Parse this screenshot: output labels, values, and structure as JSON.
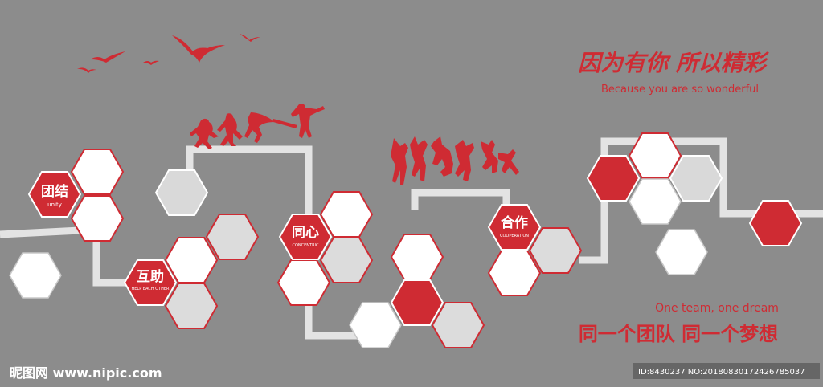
{
  "slogans": {
    "top_cn": "因为有你 所以精彩",
    "top_en": "Because you are so wonderful",
    "bottom_en": "One team, one dream",
    "bottom_cn": "同一个团队 同一个梦想"
  },
  "labels": [
    {
      "cn": "团结",
      "en": "unity"
    },
    {
      "cn": "互助",
      "en": "HELP EACH OTHER"
    },
    {
      "cn": "同心",
      "en": "CONCENTRIC"
    },
    {
      "cn": "合作",
      "en": "COOPERATION"
    }
  ],
  "watermark": {
    "site": "昵图网 www.nipic.com",
    "id": "ID:8430237 NO:20180830172426785037"
  },
  "colors": {
    "background": "#8c8c8c",
    "accent": "#cf2b33",
    "hex_white": "#ffffff",
    "hex_grey": "#d9d9d9",
    "pipe": "#e3e3e3"
  }
}
